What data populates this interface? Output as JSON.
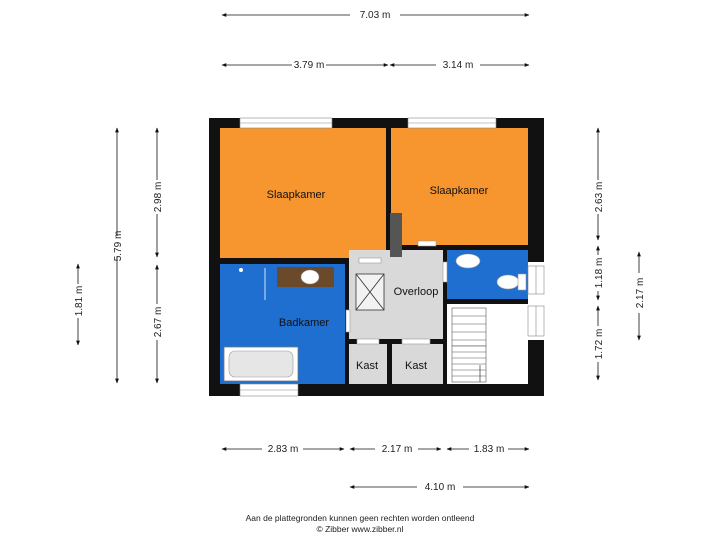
{
  "dimensions": {
    "top_total": "7.03 m",
    "top_left": "3.79 m",
    "top_right": "3.14 m",
    "left_outer": "5.79 m",
    "left_outer_small": "1.81 m",
    "left_inner_top": "2.98 m",
    "left_inner_bottom": "2.67 m",
    "right_top": "2.63 m",
    "right_middle": "1.18 m",
    "right_bottom": "1.72 m",
    "right_outer": "2.17 m",
    "bottom_left": "2.83 m",
    "bottom_middle": "2.17 m",
    "bottom_right": "1.83 m",
    "bottom_total": "4.10 m"
  },
  "rooms": {
    "slaapkamer_left": "Slaapkamer",
    "slaapkamer_right": "Slaapkamer",
    "badkamer": "Badkamer",
    "overloop": "Overloop",
    "kast_left": "Kast",
    "kast_right": "Kast"
  },
  "colors": {
    "slaapkamer": "#f7962f",
    "badkamer": "#1e6fd0",
    "overloop": "#d9d9d9",
    "wall": "#111111",
    "floor_other": "#ececec"
  },
  "footer": {
    "disclaimer": "Aan de plattegronden kunnen geen rechten worden ontleend",
    "copyright": "© Zibber www.zibber.nl"
  }
}
